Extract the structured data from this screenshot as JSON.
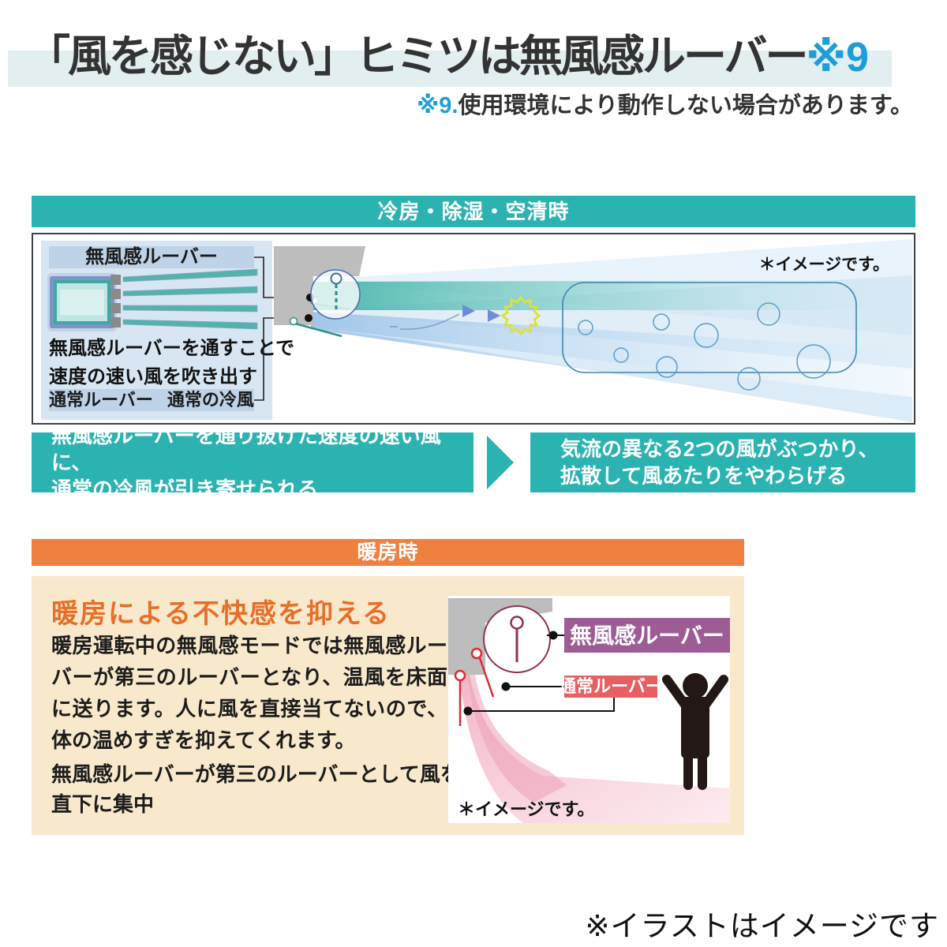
{
  "page": {
    "title": "「風を感じない」ヒミツは無風感ルーバー",
    "title_ref": "※9",
    "note_mark": "※9.",
    "note_text": "使用環境により動作しない場合があります。",
    "footer_note": "※イラストはイメージです"
  },
  "colors": {
    "teal": "#2bb3b2",
    "orange_bar": "#ee8140",
    "cream": "#f9e9cc",
    "accent_blue": "#1e9ed8",
    "heading_orange": "#e76f28",
    "purple_label": "#9e5c95",
    "red_label": "#e85f63",
    "highlight_band": "#e2eef0"
  },
  "cooling": {
    "header": "冷房・除湿・空清時",
    "inset": {
      "label_top": "無風感ルーバー",
      "caption_line1": "無風感ルーバーを通すことで",
      "caption_line2": "速度の速い風を吹き出す",
      "label_bottom_left": "通常ルーバー",
      "label_bottom_right": "通常の冷風"
    },
    "image_note": "＊イメージです。",
    "callout_left_line1": "無風感ルーバーを通り抜けた速度の速い風に、",
    "callout_left_line2": "通常の冷風が引き寄せられる",
    "callout_right_line1": "気流の異なる2つの風がぶつかり、",
    "callout_right_line2": "拡散して風あたりをやわらげる"
  },
  "heating": {
    "header": "暖房時",
    "heading": "暖房による不快感を抑える",
    "body": "暖房運転中の無風感モードでは無風感ルーバーが第三のルーバーとなり、温風を床面に送ります。人に風を直接当てないので、体の温めすぎを抑えてくれます。",
    "sub": "無風感ルーバーが第三のルーバーとして風を直下に集中",
    "label_louver": "無風感ルーバー",
    "label_normal": "通常ルーバー",
    "image_note": "＊イメージです。"
  }
}
